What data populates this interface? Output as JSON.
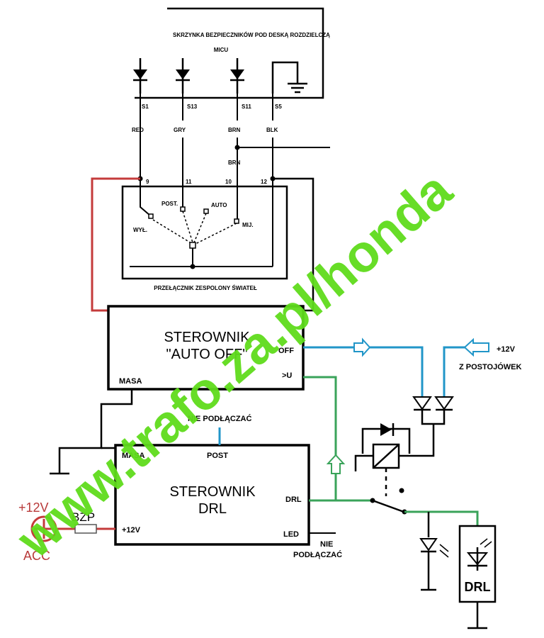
{
  "fusebox": {
    "title": "SKRZYNKA BEZPIECZNIKÓW POD DESKĄ ROZDZIELCZĄ",
    "subtitle": "MICU",
    "fuses": [
      "S1",
      "S13",
      "S11",
      "S5"
    ],
    "wires": [
      "RED",
      "GRY",
      "BRN",
      "BLK"
    ],
    "brn_label": "BRN"
  },
  "switch": {
    "title": "PRZEŁĄCZNIK ZESPOLONY ŚWIATEŁ",
    "pins": [
      "9",
      "11",
      "10",
      "12"
    ],
    "positions": {
      "off": "WYŁ.",
      "post": "POST.",
      "auto": "AUTO",
      "mij": "MIJ."
    }
  },
  "auto_off": {
    "line1": "STEROWNIK",
    "line2": "\"AUTO OFF\"",
    "off": "OFF",
    "u": ">U",
    "masa": "MASA"
  },
  "drl_ctrl": {
    "line1": "STEROWNIK",
    "line2": "DRL",
    "masa": "MASA",
    "post": "POST",
    "drl": "DRL",
    "plus12": "+12V",
    "led": "LED"
  },
  "labels": {
    "nie_podlaczac_1": "NIE PODŁĄCZAĆ",
    "nie_podlaczac_2a": "NIE",
    "nie_podlaczac_2b": "PODŁĄCZAĆ",
    "plus12v": "+12V",
    "z_postojowek": "Z POSTOJÓWEK",
    "acc_plus": "+12V",
    "acc": "ACC",
    "bzp": "BZP",
    "drl_lamp": "DRL"
  },
  "watermark": "www.trafo.za.pl/honda",
  "colors": {
    "red_wire": "#c43b3b",
    "blue_wire": "#2196c8",
    "green_wire": "#3aa35a",
    "watermark": "#5fdc1c"
  }
}
